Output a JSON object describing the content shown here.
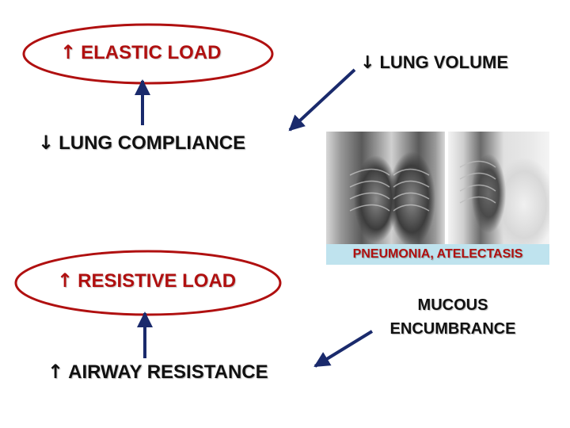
{
  "arrows": {
    "up": "↑",
    "down": "↓"
  },
  "nodes": {
    "elastic_load": "ELASTIC LOAD",
    "lung_volume": "LUNG VOLUME",
    "lung_compliance": "LUNG COMPLIANCE",
    "resistive_load": "RESISTIVE LOAD",
    "airway_resistance": "AIRWAY RESISTANCE",
    "mucous_line1": "MUCOUS",
    "mucous_line2": "ENCUMBRANCE"
  },
  "caption": "PNEUMONIA, ATELECTASIS",
  "colors": {
    "red": "#b01010",
    "navy": "#1a2a6c",
    "caption_bg": "#bfe3ee"
  },
  "images": [
    "chest-xray-left",
    "chest-xray-right"
  ]
}
